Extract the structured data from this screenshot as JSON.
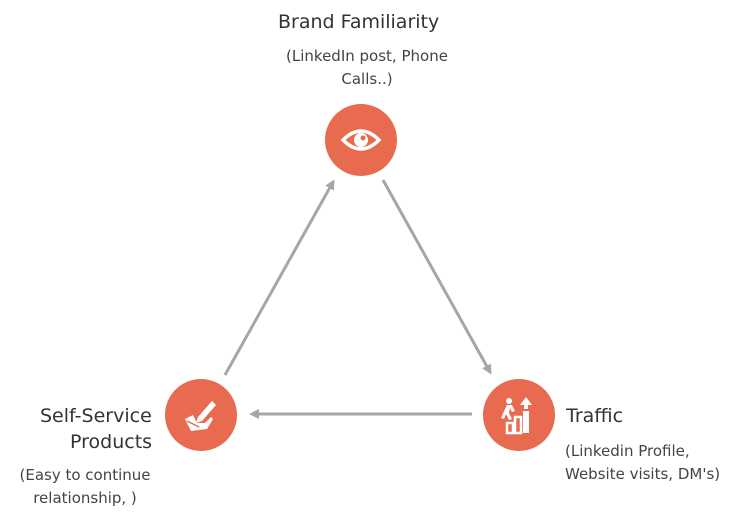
{
  "colors": {
    "node_fill": "#e86a4f",
    "arrow": "#a6a6a6",
    "icon": "#ffffff"
  },
  "nodes": {
    "top": {
      "title": "Brand Familiarity",
      "subtitle_line1": "(LinkedIn post, Phone",
      "subtitle_line2": "Calls..)",
      "icon": "eye-icon"
    },
    "right": {
      "title": "Traffic",
      "subtitle_line1": "(Linkedin Profile,",
      "subtitle_line2": "Website visits, DM's)",
      "icon": "growth-stairs-icon"
    },
    "left": {
      "title_line1": "Self-Service",
      "title_line2": "Products",
      "subtitle_line1": "(Easy to continue",
      "subtitle_line2": "relationship, )",
      "icon": "hand-writing-icon"
    }
  }
}
